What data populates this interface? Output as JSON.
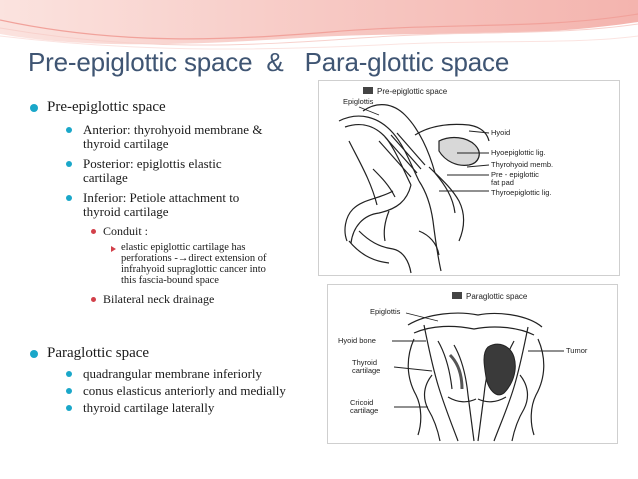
{
  "slide": {
    "title": "Pre-epiglottic space  &   Para-glottic space",
    "colors": {
      "title": "#3f5573",
      "bullet_level1": "#1aa7c9",
      "bullet_level3": "#d2404a",
      "banner": "#f2b8b3"
    }
  },
  "content": {
    "pre_epiglottic": {
      "heading": "Pre-epiglottic space",
      "anterior": [
        "Anterior: thyrohyoid membrane &",
        "thyroid cartilage"
      ],
      "posterior": [
        "Posterior: epiglottis elastic",
        "cartilage"
      ],
      "inferior": [
        "Inferior: Petiole attachment to",
        "thyroid cartilage"
      ],
      "conduit": "Conduit :",
      "conduit_detail": [
        "elastic epiglottic cartilage has",
        "perforations -→direct extension of",
        "infrahyoid supraglottic cancer into",
        "this fascia-bound space"
      ],
      "drainage": "Bilateral neck drainage"
    },
    "paraglottic": {
      "heading": "Paraglottic space",
      "items": [
        "quadrangular membrane inferiorly",
        "conus elasticus anteriorly and medially",
        "thyroid cartilage laterally"
      ]
    }
  },
  "figure_top": {
    "caption": "Pre-epiglottic space",
    "labels": {
      "epiglottis": "Epiglottis",
      "hyoid": "Hyoid",
      "hyoepiglottic": "Hyoepiglottic lig.",
      "thyrohyoid": "Thyrohyoid memb.",
      "fat_pad_1": "Pre - epiglottic",
      "fat_pad_2": "fat pad",
      "thyroepiglottic": "Thyroepiglottic lig."
    }
  },
  "figure_bottom": {
    "caption": "Paraglottic space",
    "labels": {
      "epiglottis": "Epiglottis",
      "hyoid_bone": "Hyoid bone",
      "tumor": "Tumor",
      "thyroid_1": "Thyroid",
      "thyroid_2": "cartilage",
      "cricoid_1": "Cricoid",
      "cricoid_2": "cartilage"
    }
  }
}
